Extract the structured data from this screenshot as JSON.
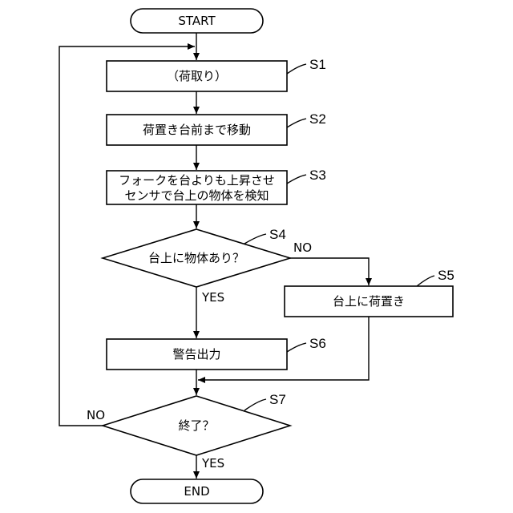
{
  "nodes": {
    "start": "START",
    "s1": "（荷取り）",
    "s2": "荷置き台前まで移動",
    "s3_line1": "フォークを台よりも上昇させ",
    "s3_line2": "センサで台上の物体を検知",
    "s4": "台上に物体あり？",
    "s5": "台上に荷置き",
    "s6": "警告出力",
    "s7": "終了？",
    "end": "END"
  },
  "step_labels": {
    "s1": "S1",
    "s2": "S2",
    "s3": "S3",
    "s4": "S4",
    "s5": "S5",
    "s6": "S6",
    "s7": "S7"
  },
  "branch_labels": {
    "s4_no": "NO",
    "s4_yes": "YES",
    "s7_no": "NO",
    "s7_yes": "YES"
  }
}
